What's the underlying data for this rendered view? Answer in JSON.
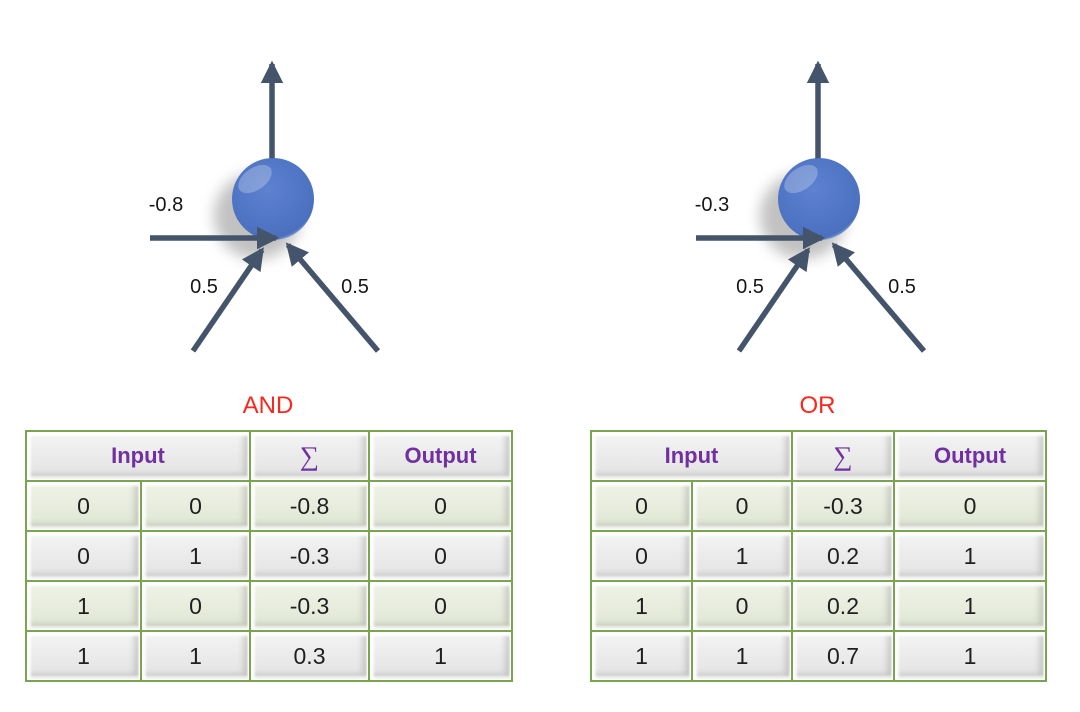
{
  "diagrams": [
    {
      "name": "AND perceptron",
      "gate": "AND",
      "bias": "-0.8",
      "weight_left": "0.5",
      "weight_right": "0.5"
    },
    {
      "name": "OR perceptron",
      "gate": "OR",
      "bias": "-0.3",
      "weight_left": "0.5",
      "weight_right": "0.5"
    }
  ],
  "tables": [
    {
      "gate": "AND",
      "headers": {
        "input": "Input",
        "sum": "∑",
        "output": "Output"
      },
      "rows": [
        [
          "0",
          "0",
          "-0.8",
          "0"
        ],
        [
          "0",
          "1",
          "-0.3",
          "0"
        ],
        [
          "1",
          "0",
          "-0.3",
          "0"
        ],
        [
          "1",
          "1",
          "0.3",
          "1"
        ]
      ]
    },
    {
      "gate": "OR",
      "headers": {
        "input": "Input",
        "sum": "∑",
        "output": "Output"
      },
      "rows": [
        [
          "0",
          "0",
          "-0.3",
          "0"
        ],
        [
          "0",
          "1",
          "0.2",
          "1"
        ],
        [
          "1",
          "0",
          "0.2",
          "1"
        ],
        [
          "1",
          "1",
          "0.7",
          "1"
        ]
      ]
    }
  ],
  "colors": {
    "arrow": "#44546a",
    "neuron_fill": "#4e74c4",
    "table_border_green": "#7ba450",
    "header_purple": "#7030a0",
    "gate_red": "#f8291c",
    "row_green": "#e7ecdd",
    "row_gray": "#eaeaea"
  }
}
